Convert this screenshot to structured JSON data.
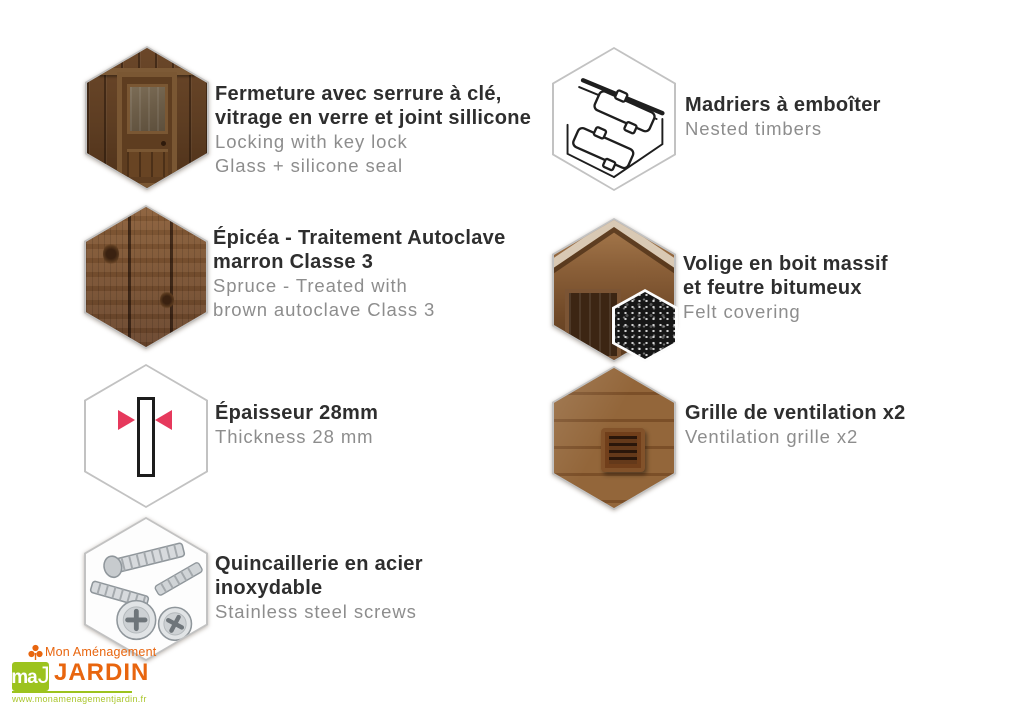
{
  "colors": {
    "text_primary": "#2e2e2e",
    "text_secondary": "#8d8d8d",
    "hex_outline": "#c2c2c2",
    "accent_pink": "#e6395c",
    "logo_orange": "#e8650e",
    "logo_green": "#9cc31e",
    "logo_url_green": "#aac62c"
  },
  "features": [
    {
      "id": "door-lock",
      "icon": "shed-door-photo",
      "fr": [
        "Fermeture avec serrure à clé,",
        "vitrage en verre et joint sillicone"
      ],
      "en": [
        "Locking with key lock",
        "Glass + silicone seal"
      ]
    },
    {
      "id": "nested-timbers",
      "icon": "nested-timbers-drawing",
      "fr": [
        "Madriers à emboîter"
      ],
      "en": [
        "Nested timbers"
      ]
    },
    {
      "id": "spruce-treatment",
      "icon": "wood-texture-photo",
      "fr": [
        "Épicéa - Traitement Autoclave",
        "marron Classe 3"
      ],
      "en": [
        "Spruce - Treated with",
        "brown autoclave Class 3"
      ]
    },
    {
      "id": "roof-felt",
      "icon": "shed-gable-photo-with-felt-swatch",
      "fr": [
        "Volige en boit massif",
        "et feutre bitumeux"
      ],
      "en": [
        "Felt covering"
      ]
    },
    {
      "id": "thickness",
      "icon": "thickness-diagram",
      "fr": [
        "Épaisseur 28mm"
      ],
      "en": [
        "Thickness 28 mm"
      ]
    },
    {
      "id": "ventilation",
      "icon": "ventilation-grille-photo",
      "fr": [
        "Grille de ventilation x2"
      ],
      "en": [
        "Ventilation grille x2"
      ]
    },
    {
      "id": "hardware",
      "icon": "stainless-screws-photo",
      "fr": [
        "Quincaillerie en acier",
        "inoxydable"
      ],
      "en": [
        "Stainless steel screws"
      ]
    }
  ],
  "logo": {
    "brand_top": "Mon Aménagement",
    "brand_main": "JARDIN",
    "monogram": "ma",
    "monogram_j": "J",
    "url": "www.monamenagementjardin.fr"
  }
}
